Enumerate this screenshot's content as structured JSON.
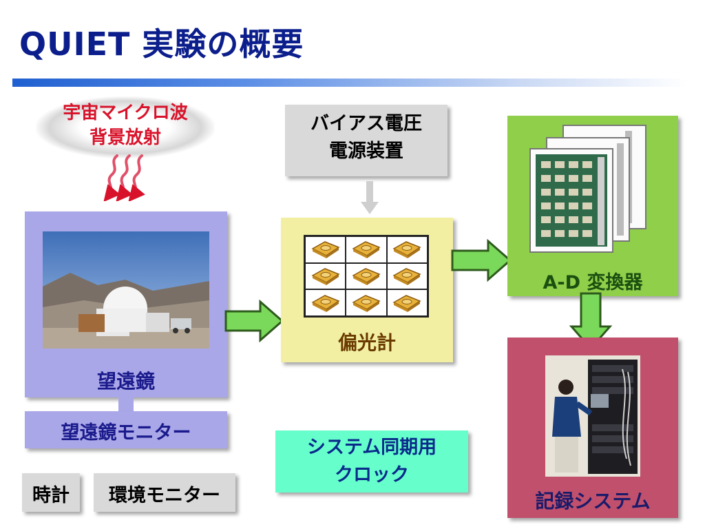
{
  "slide": {
    "title": "QUIET 実験の概要"
  },
  "source": {
    "line1": "宇宙マイクロ波",
    "line2": "背景放射"
  },
  "bias_supply": {
    "line1": "バイアス電圧",
    "line2": "電源装置"
  },
  "telescope": {
    "label": "望遠鏡"
  },
  "telescope_monitor": {
    "label": "望遠鏡モニター"
  },
  "polarimeter": {
    "label": "偏光計",
    "module_count": 9
  },
  "adc": {
    "label": "A-D 変換器"
  },
  "recorder": {
    "label": "記録システム"
  },
  "sync_clock": {
    "line1": "システム同期用",
    "line2": "クロック"
  },
  "clock": {
    "label": "時計"
  },
  "environment_monitor": {
    "label": "環境モニター"
  },
  "colors": {
    "title": "#0b1e8c",
    "source_text": "#d8122a",
    "telescope_box": "#a9a7e8",
    "polarimeter_box": "#f2efa3",
    "adc_box": "#8fcf4a",
    "recorder_box": "#c0506c",
    "clock_box": "#66ffcc",
    "gray_box": "#d9d9d9",
    "arrow_fill": "#7ad85a"
  }
}
